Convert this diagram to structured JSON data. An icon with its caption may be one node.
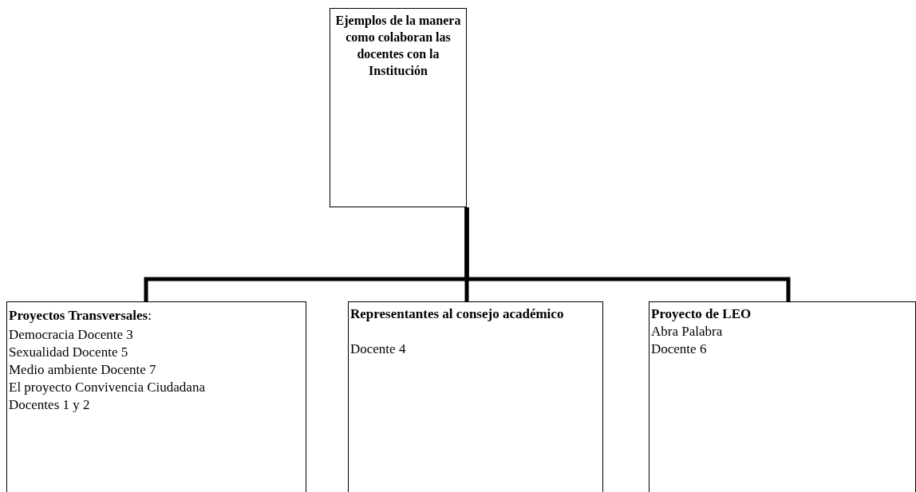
{
  "diagram": {
    "nodes": [
      {
        "text": [
          "Ejemplos de la manera como colaboran las docentes con la Institución"
        ]
      },
      {
        "text": [
          "**Proyectos Transversales**:",
          "Democracia Docente 3",
          "Sexualidad  Docente 5",
          "Medio ambiente Docente 7",
          "El proyecto Convivencia Ciudadana  Docentes 1 y 2"
        ]
      },
      {
        "text": [
          "Representantes al consejo académico",
          "Docente 4"
        ]
      },
      {
        "text": [
          "Proyecto de LEO",
          "Abra Palabra",
          "Docente 6"
        ]
      }
    ],
    "edges": [
      {
        "from": 0,
        "to": 1,
        "arrow": "none"
      },
      {
        "from": 0,
        "to": 2,
        "arrow": "none"
      },
      {
        "from": 0,
        "to": 3,
        "arrow": "none"
      }
    ]
  }
}
